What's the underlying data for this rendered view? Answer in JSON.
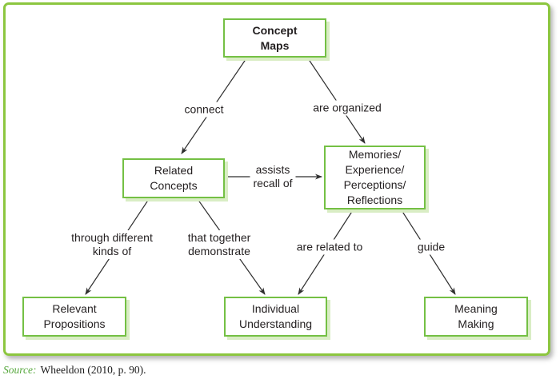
{
  "figure": {
    "nodes": {
      "concept_maps": {
        "label": "Concept\nMaps"
      },
      "related_concepts": {
        "label": "Related\nConcepts"
      },
      "memories": {
        "label": "Memories/\nExperience/\nPerceptions/\nReflections"
      },
      "relevant_propositions": {
        "label": "Relevant\nPropositions"
      },
      "individual_understanding": {
        "label": "Individual\nUnderstanding"
      },
      "meaning_making": {
        "label": "Meaning\nMaking"
      }
    },
    "edges": {
      "connect": {
        "label": "connect",
        "from": "concept_maps",
        "to": "related_concepts"
      },
      "are_organized": {
        "label": "are organized",
        "from": "concept_maps",
        "to": "memories"
      },
      "assists_recall_of": {
        "label": "assists\nrecall of",
        "from": "related_concepts",
        "to": "memories"
      },
      "through_different": {
        "label": "through different\nkinds of",
        "from": "related_concepts",
        "to": "relevant_propositions"
      },
      "that_together": {
        "label": "that together\ndemonstrate",
        "from": "related_concepts",
        "to": "individual_understanding"
      },
      "are_related_to": {
        "label": "are related to",
        "from": "memories",
        "to": "individual_understanding"
      },
      "guide": {
        "label": "guide",
        "from": "memories",
        "to": "meaning_making"
      }
    },
    "source": {
      "prefix": "Source:",
      "text": "Wheeldon (2010, p. 90)."
    },
    "colors": {
      "box_border": "#74c044",
      "box_shadow": "#d9edc4",
      "frame_border": "#8cc63f",
      "text": "#231f20",
      "arrow": "#2f2f2f",
      "source_accent": "#56a73c"
    }
  }
}
